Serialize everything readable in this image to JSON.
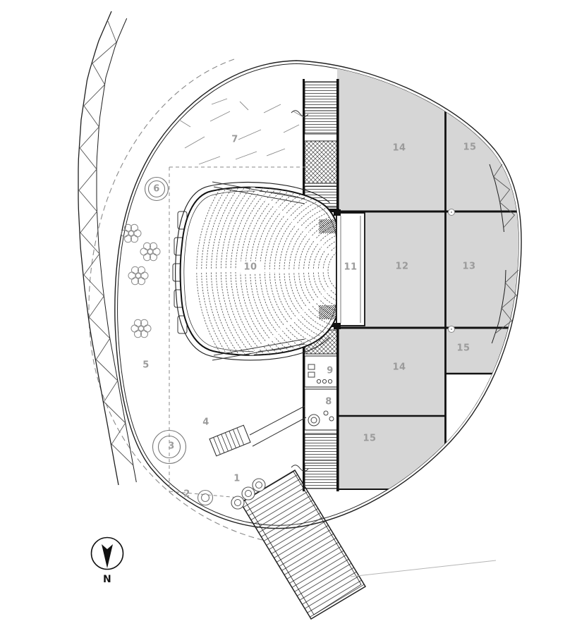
{
  "colors": {
    "room_fill": "#d6d6d6",
    "line": "#1f1f1f",
    "wall": "#121212",
    "dash": "#898989",
    "label": "#9b9b9b"
  },
  "labels": [
    {
      "id": "zone-7",
      "text": "7"
    },
    {
      "id": "zone-6",
      "text": "6"
    },
    {
      "id": "zone-14-top",
      "text": "14"
    },
    {
      "id": "zone-15-top",
      "text": "15"
    },
    {
      "id": "zone-10",
      "text": "10"
    },
    {
      "id": "zone-11",
      "text": "11"
    },
    {
      "id": "zone-12",
      "text": "12"
    },
    {
      "id": "zone-13",
      "text": "13"
    },
    {
      "id": "zone-5",
      "text": "5"
    },
    {
      "id": "zone-9",
      "text": "9"
    },
    {
      "id": "zone-14-bottom",
      "text": "14"
    },
    {
      "id": "zone-15-mid",
      "text": "15"
    },
    {
      "id": "zone-8",
      "text": "8"
    },
    {
      "id": "zone-4",
      "text": "4"
    },
    {
      "id": "zone-3",
      "text": "3"
    },
    {
      "id": "zone-15-bottom",
      "text": "15"
    },
    {
      "id": "zone-2",
      "text": "2"
    },
    {
      "id": "zone-1",
      "text": "1"
    },
    {
      "id": "north",
      "text": "N"
    }
  ]
}
